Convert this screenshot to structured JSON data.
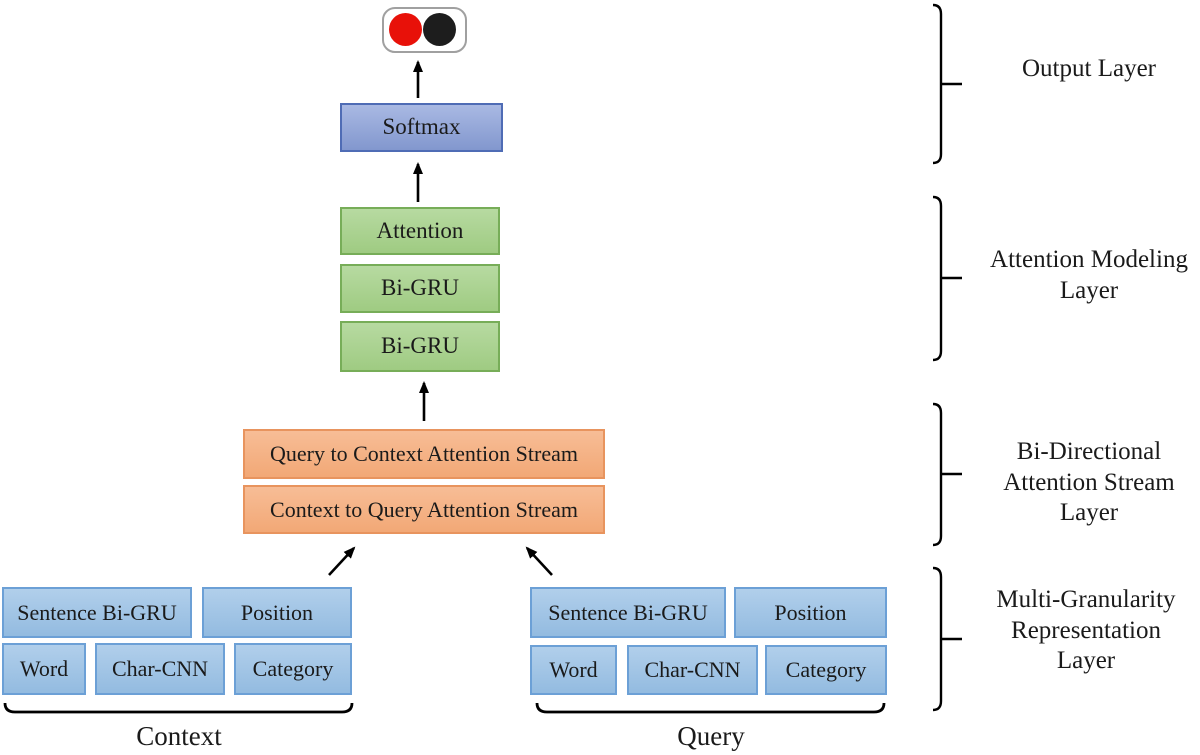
{
  "colors": {
    "box_text": "#1a1a1a",
    "connector": "#000000",
    "blue_fill_top": "#b1cfeb",
    "blue_fill_bottom": "#93bbe0",
    "blue_border": "#6ca0d6",
    "softmax_fill_top": "#a9b9e3",
    "softmax_fill_bottom": "#8297ce",
    "softmax_border": "#4f6cb5",
    "green_fill_top": "#b7daa1",
    "green_fill_bottom": "#9fcb82",
    "green_border": "#77ad58",
    "orange_fill_top": "#f7bd96",
    "orange_fill_bottom": "#f2a876",
    "orange_border": "#e8945e",
    "red_dot": "#e81109",
    "black_dot": "#1d1d1d"
  },
  "output_indicator": {
    "red_dot": "red-class-dot",
    "black_dot": "black-class-dot"
  },
  "softmax_label": "Softmax",
  "attention_stack": [
    "Attention",
    "Bi-GRU",
    "Bi-GRU"
  ],
  "streams": [
    "Query to Context Attention Stream",
    "Context to Query Attention Stream"
  ],
  "context_group": {
    "row1": [
      "Sentence Bi-GRU",
      "Position"
    ],
    "row2": [
      "Word",
      "Char-CNN",
      "Category"
    ],
    "caption": "Context"
  },
  "query_group": {
    "row1": [
      "Sentence Bi-GRU",
      "Position"
    ],
    "row2": [
      "Word",
      "Char-CNN",
      "Category"
    ],
    "caption": "Query"
  },
  "side_labels": [
    "Output Layer",
    "Attention Modeling\nLayer",
    "Bi-Directional\nAttention Stream\nLayer",
    "Multi-Granularity\nRepresentation\nLayer"
  ]
}
